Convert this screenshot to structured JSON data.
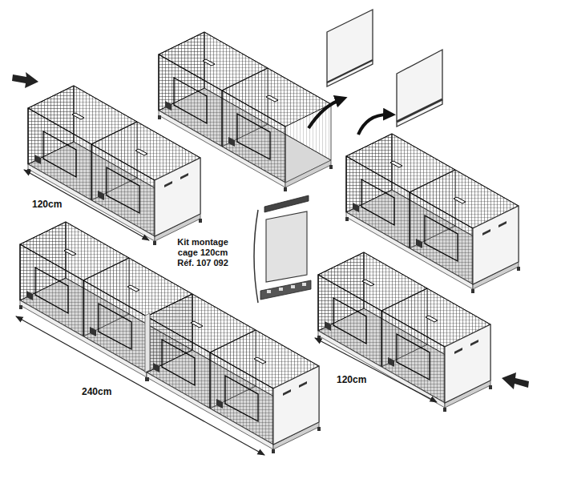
{
  "diagram": {
    "labels": [
      "120cm",
      "Kit montage cage 120cm Réf. 107 092",
      "240cm",
      "120cm"
    ]
  }
}
